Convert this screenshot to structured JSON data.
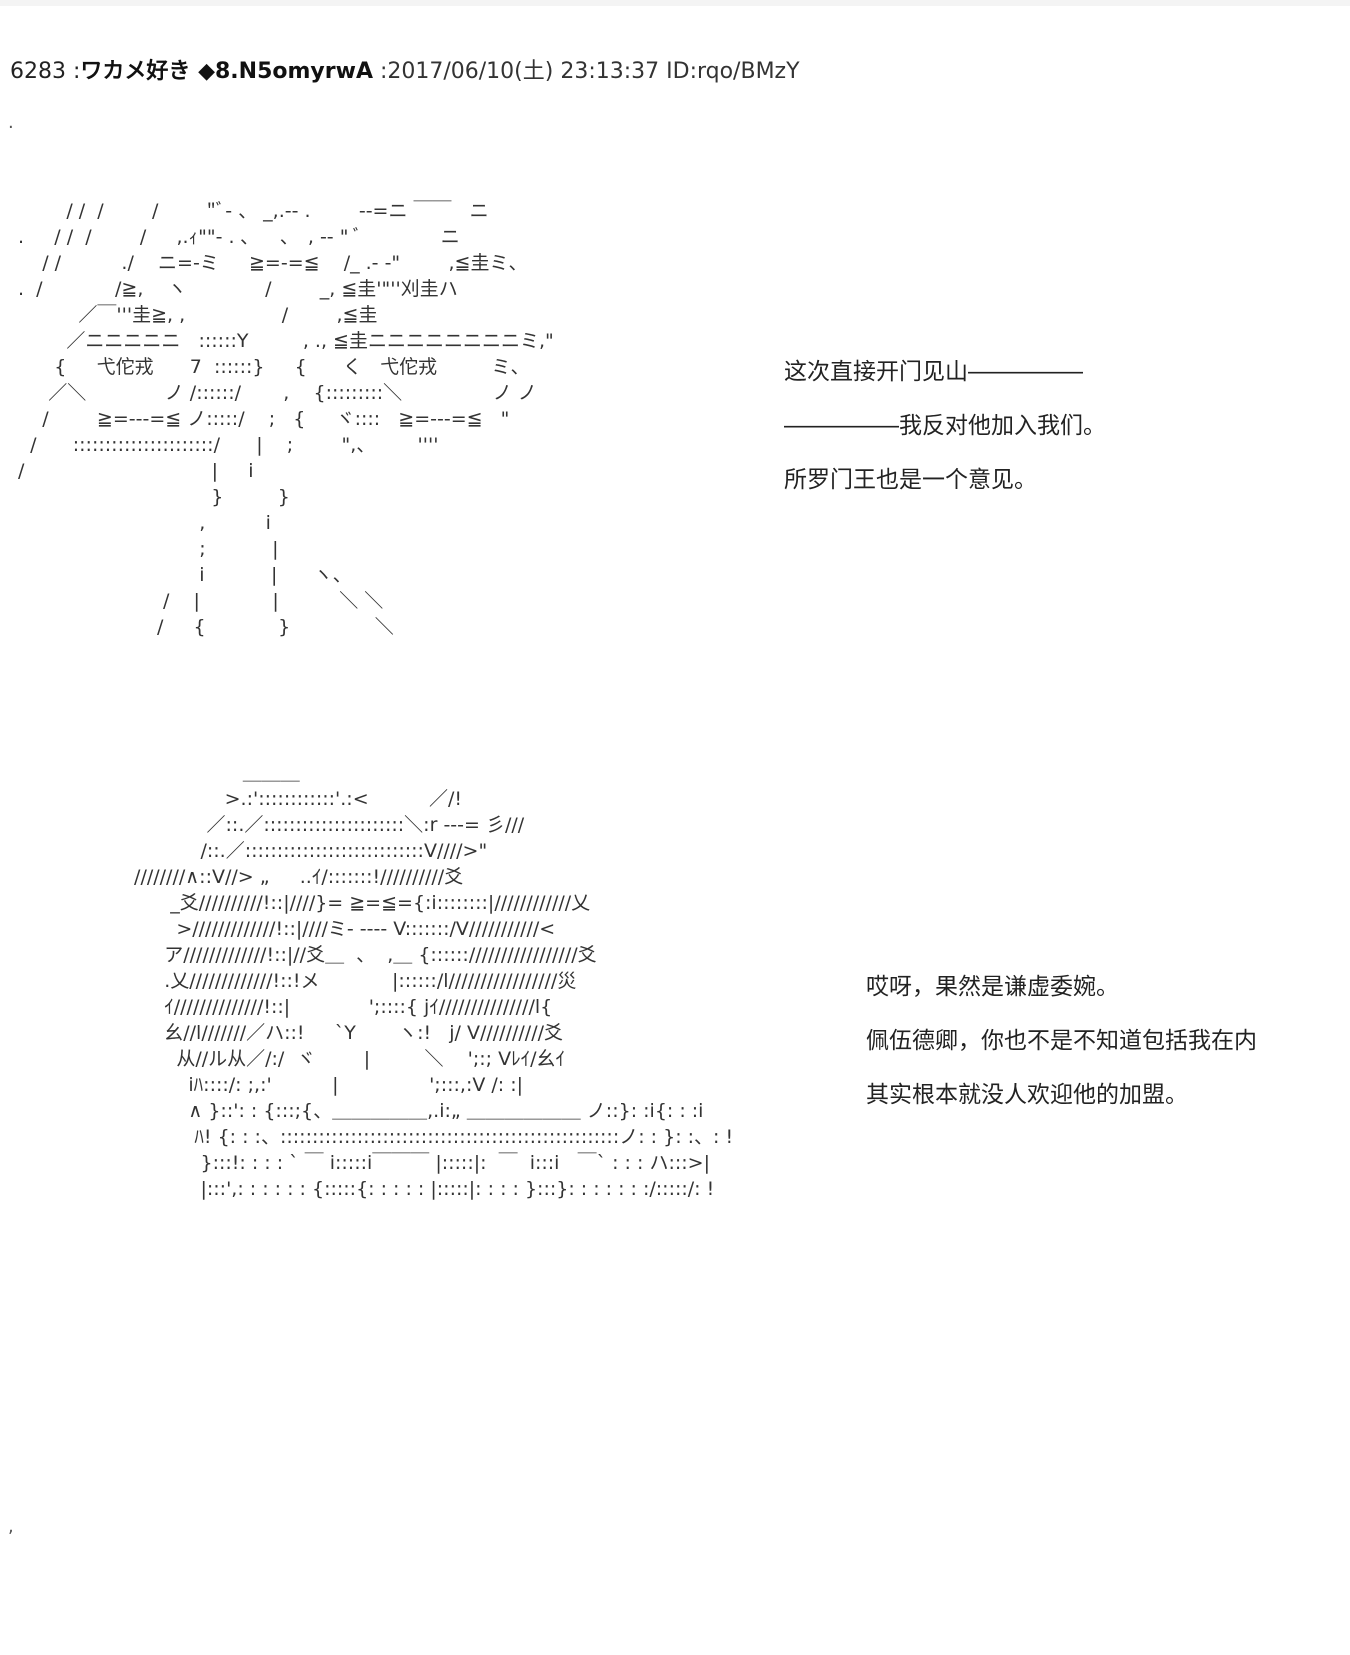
{
  "post": {
    "number": "6283",
    "separator": " :",
    "name": "ワカメ好き",
    "trip": " ◆8.N5omyrwA",
    "meta": " :2017/06/10(土) 23:13:37 ID:rqo/BMzY"
  },
  "panel1": {
    "dialogue": [
      "这次直接开门见山―――――",
      "―――――我反对他加入我们。",
      "所罗门王也是一个意见。"
    ]
  },
  "panel2": {
    "dialogue": [
      "哎呀，果然是谦虚委婉。",
      "佩伍德卿，你也不是不知道包括我在内",
      "其实根本就没人欢迎他的加盟。"
    ]
  },
  "markers": {
    "top_dot": ".",
    "bottom_dot": ","
  }
}
